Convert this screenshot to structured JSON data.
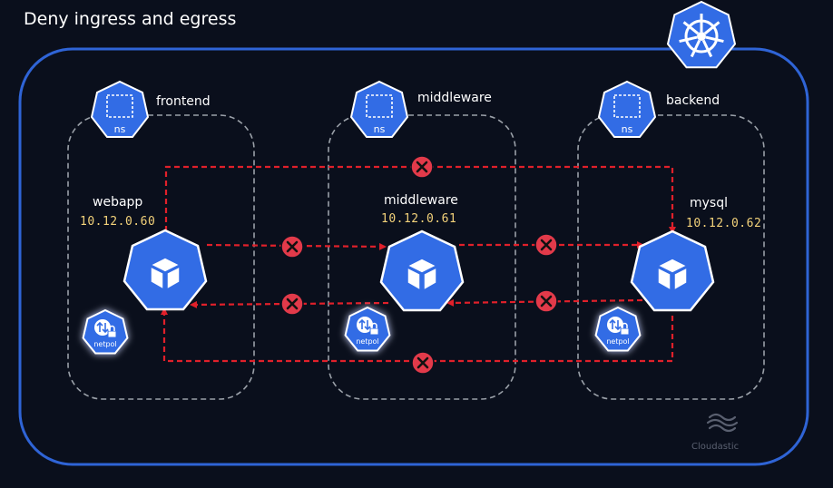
{
  "title": "Deny ingress and egress",
  "namespaces": [
    {
      "label": "frontend",
      "icon_text": "ns"
    },
    {
      "label": "middleware",
      "icon_text": "ns"
    },
    {
      "label": "backend",
      "icon_text": "ns"
    }
  ],
  "pods": [
    {
      "name": "webapp",
      "ip": "10.12.0.60"
    },
    {
      "name": "middleware",
      "ip": "10.12.0.61"
    },
    {
      "name": "mysql",
      "ip": "10.12.0.62"
    }
  ],
  "netpol_label": "netpol",
  "watermark": "Cloudastic",
  "colors": {
    "background": "#0a0f1c",
    "k8s_blue": "#326ce5",
    "cluster_border": "#2f64d6",
    "namespace_border": "#9aa0a8",
    "blocked_arrow": "#e0202a",
    "ip_text": "#f3d27a"
  },
  "icons": [
    "kubernetes-helm-icon",
    "namespace-icon",
    "pod-cube-icon",
    "netpol-lock-icon",
    "deny-x-icon"
  ]
}
